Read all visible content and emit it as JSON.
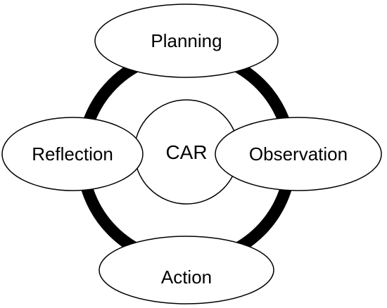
{
  "diagram": {
    "center": {
      "label": "CAR"
    },
    "nodes": {
      "top": {
        "label": "Planning"
      },
      "right": {
        "label": "Observation"
      },
      "bottom": {
        "label": "Action"
      },
      "left": {
        "label": "Reflection"
      }
    }
  },
  "colors": {
    "stroke": "#000000",
    "fill": "#ffffff",
    "text": "#000000"
  }
}
